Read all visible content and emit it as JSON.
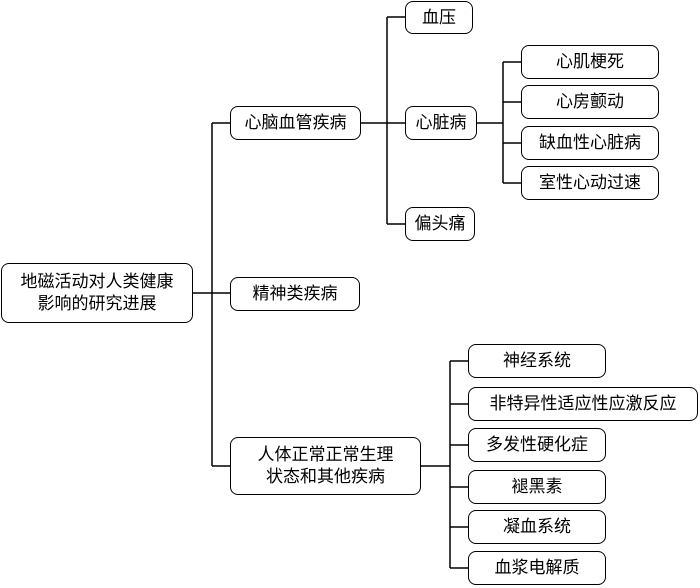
{
  "root": {
    "line1": "地磁活动对人类健康",
    "line2": "影响的研究进展"
  },
  "branches": {
    "cardio": {
      "label": "心脑血管疾病",
      "children": {
        "blood_pressure": "血压",
        "heart": {
          "label": "心脏病",
          "children": [
            "心肌梗死",
            "心房颤动",
            "缺血性心脏病",
            "室性心动过速"
          ]
        },
        "migraine": "偏头痛"
      }
    },
    "mental": {
      "label": "精神类疾病"
    },
    "normal": {
      "line1": "人体正常正常生理",
      "line2": "状态和其他疾病",
      "children": [
        "神经系统",
        "非特异性适应性应激反应",
        "多发性硬化症",
        "褪黑素",
        "凝血系统",
        "血浆电解质"
      ]
    }
  }
}
